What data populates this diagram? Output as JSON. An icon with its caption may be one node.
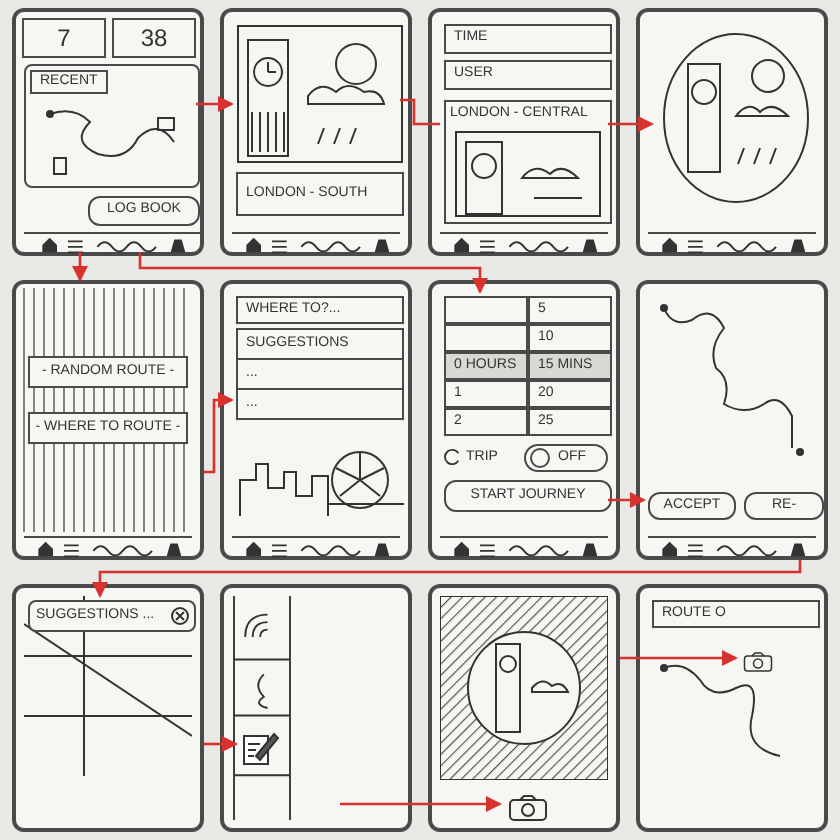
{
  "diagram": {
    "nodes": [
      {
        "text": [
          "7",
          "38"
        ]
      },
      {
        "text": [
          "RECENT"
        ],
        "in": 0
      },
      {
        "text": [
          "LOG BOOK"
        ],
        "in": 0
      },
      {
        "text": [],
        "shape": "bar",
        "in": 0
      },
      {
        "text": [],
        "shape": "box"
      },
      {
        "text": [],
        "shape": "picture",
        "in": 4
      },
      {
        "text": [
          "LONDON - SOUTH"
        ],
        "in": 4
      },
      {
        "text": [],
        "shape": "box"
      },
      {
        "text": [
          "LONDON - CENTRAL"
        ],
        "in": 7
      },
      {
        "text": [],
        "shape": "box"
      },
      {
        "text": [],
        "shape": "picture",
        "in": 9
      },
      {
        "text": [
          "- RANDOM ROUTE -",
          "- WHERE TO ROUTE -"
        ]
      },
      {
        "text": [],
        "shape": "box"
      },
      {
        "text": [
          "SUGGESTIONS",
          "...",
          "..."
        ],
        "in": 12
      },
      {
        "text": [],
        "shape": "picture",
        "in": 12
      },
      {
        "text": [
          "TRIP"
        ]
      },
      {
        "text": [
          "5",
          "10",
          "0 HOURS",
          "15 MINS",
          "1",
          "20",
          "2",
          "25"
        ],
        "in": 15
      },
      {
        "text": [
          "START JOURNEY"
        ],
        "in": 15
      },
      {
        "text": [],
        "shape": "box"
      },
      {
        "text": [
          "ACCEPT"
        ],
        "in": 18
      },
      {
        "text": [
          "RE-"
        ],
        "in": 18
      },
      {
        "text": [],
        "shape": "box"
      },
      {
        "text": [
          "SUGGESTIONS ..."
        ],
        "in": 21
      },
      {
        "text": [],
        "shape": "box"
      },
      {
        "text": [],
        "shape": "picture",
        "in": 23
      },
      {
        "text": [],
        "shape": "box"
      },
      {
        "text": [],
        "shape": "picture",
        "in": 25
      },
      {
        "text": [],
        "shape": "box"
      },
      {
        "text": [],
        "shape": "picture",
        "in": 27
      },
      {
        "text": [
          "WHERE TO?..."
        ],
        "in": 12
      },
      {
        "text": [
          "OFF"
        ],
        "in": 15
      },
      {
        "text": [
          "ROUTE O"
        ],
        "in": 27
      },
      {
        "text": [
          "TIME"
        ],
        "in": 7
      },
      {
        "text": [
          "USER"
        ],
        "in": 7
      }
    ],
    "edges": [
      {
        "from": 1,
        "to": 5,
        "arrow": "to"
      },
      {
        "from": 5,
        "to": 8,
        "arrow": "none"
      },
      {
        "from": 8,
        "to": 10,
        "arrow": "to"
      },
      {
        "from": 3,
        "to": 11,
        "arrow": "to"
      },
      {
        "from": 3,
        "to": 16,
        "arrow": "to"
      },
      {
        "from": 11,
        "to": 13,
        "arrow": "to"
      },
      {
        "from": 17,
        "to": 19,
        "arrow": "to"
      },
      {
        "from": 18,
        "to": 22,
        "arrow": "to"
      },
      {
        "from": 21,
        "to": 24,
        "arrow": "to"
      },
      {
        "from": null,
        "to": 26,
        "arrow": "to"
      },
      {
        "from": 25,
        "to": 28,
        "arrow": "to"
      }
    ]
  }
}
